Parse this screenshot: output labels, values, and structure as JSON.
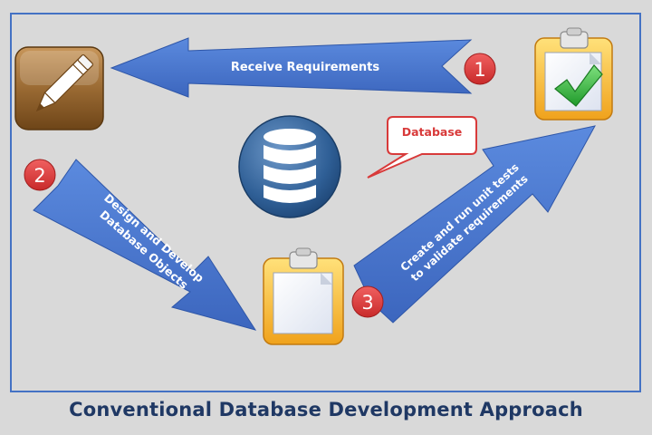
{
  "diagram": {
    "title": "Conventional Database Development Approach",
    "database_callout": "Database",
    "steps": [
      {
        "number": "1",
        "label_lines": [
          "Receive Requirements"
        ]
      },
      {
        "number": "2",
        "label_lines": [
          "Design and Develop",
          "Database Objects"
        ]
      },
      {
        "number": "3",
        "label_lines": [
          "Create and run unit tests",
          "to validate requirements"
        ]
      }
    ]
  },
  "icons": [
    "pencil-app-icon",
    "clipboard-checkmark-icon",
    "database-icon",
    "clipboard-blank-icon"
  ],
  "colors": {
    "arrow_blue": "#4a78d0",
    "step_badge_red": "#e03c3c",
    "callout_border": "#d83a3a",
    "title_text": "#1f3864",
    "frame_border": "#4472c4"
  }
}
